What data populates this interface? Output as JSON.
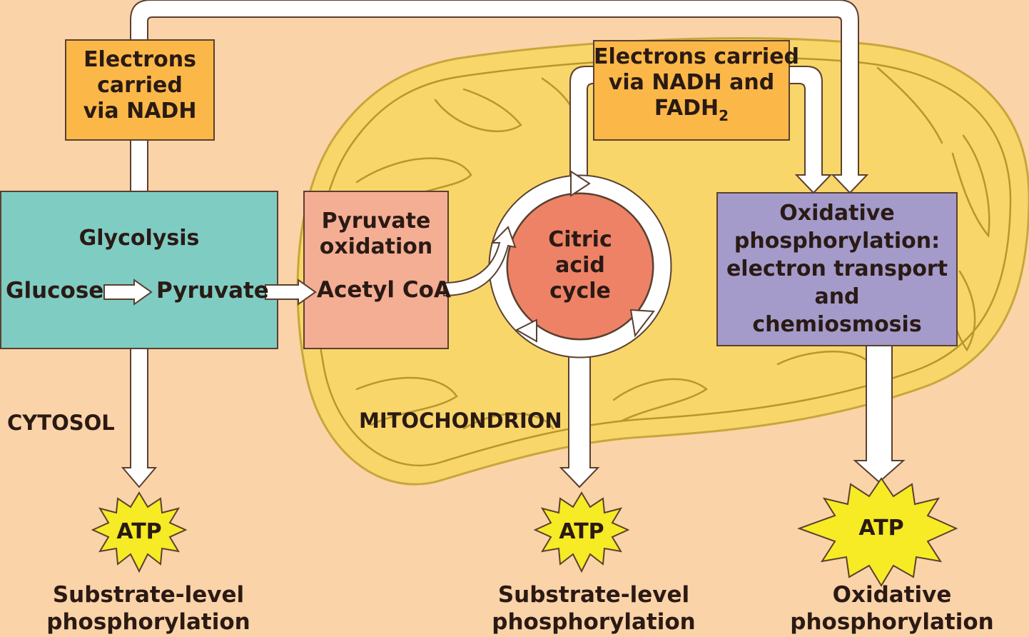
{
  "boxes": {
    "glycolysis": {
      "title": "Glycolysis",
      "fill": "#7FCCC3"
    },
    "pyruvate_oxidation": {
      "title_line1": "Pyruvate",
      "title_line2": "oxidation",
      "fill": "#F4AE94"
    },
    "citric_acid_cycle": {
      "line1": "Citric",
      "line2": "acid",
      "line3": "cycle",
      "fill": "#EE8266"
    },
    "oxidative_phosphorylation": {
      "line1": "Oxidative",
      "line2": "phosphorylation:",
      "line3": "electron transport",
      "line4": "and",
      "line5": "chemiosmosis",
      "fill": "#A49BCB"
    },
    "electrons_nadh": {
      "line1": "Electrons",
      "line2": "carried",
      "line3": "via NADH",
      "fill": "#FBB848"
    },
    "electrons_nadh_fadh2": {
      "line1": "Electrons carried",
      "line2": "via NADH and",
      "line3_main": "FADH",
      "line3_sub": "2",
      "fill": "#FBB848"
    }
  },
  "molecules": {
    "glucose": "Glucose",
    "pyruvate": "Pyruvate",
    "acetyl_coa": "Acetyl CoA"
  },
  "regions": {
    "cytosol": "CYTOSOL",
    "mitochondrion": "MITOCHONDRION"
  },
  "outputs": [
    {
      "atp": "ATP",
      "caption_line1": "Substrate-level",
      "caption_line2": "phosphorylation"
    },
    {
      "atp": "ATP",
      "caption_line1": "Substrate-level",
      "caption_line2": "phosphorylation"
    },
    {
      "atp": "ATP",
      "caption_line1": "Oxidative",
      "caption_line2": "phosphorylation"
    }
  ],
  "colors": {
    "background": "#FBD3A8",
    "mitochondrion_fill": "#F8D66A",
    "mitochondrion_stroke": "#C9A63A",
    "arrow_fill": "#FFFFFF",
    "arrow_stroke": "#5a4030",
    "atp_burst": "#F6EB24"
  }
}
